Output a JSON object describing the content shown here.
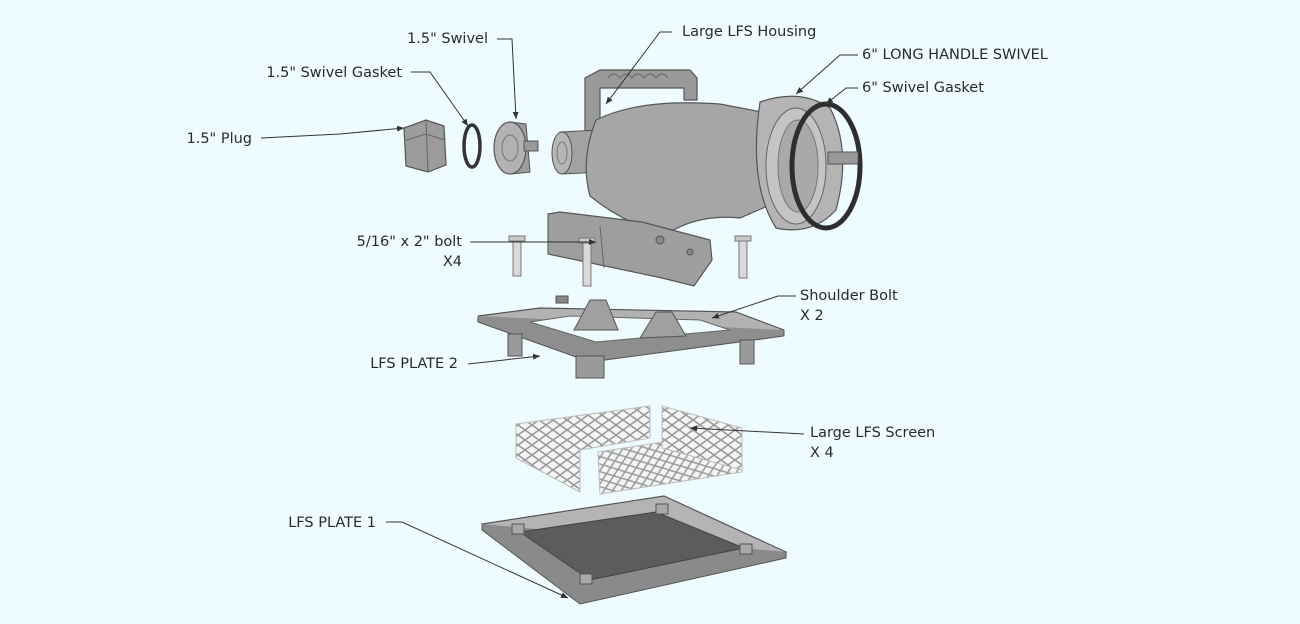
{
  "diagram": {
    "background": "#eefcff",
    "part_fill": "#a9a9a9",
    "part_stroke": "#555555",
    "labels": {
      "swivel_15": "1.5\" Swivel",
      "swivel_gasket_15": "1.5\" Swivel Gasket",
      "plug_15": "1.5\" Plug",
      "large_lfs_housing": "Large LFS Housing",
      "long_handle_swivel_6": "6\" LONG HANDLE SWIVEL",
      "swivel_gasket_6": "6\" Swivel Gasket",
      "bolt_line1": "5/16\" x 2\" bolt",
      "bolt_line2": "X4",
      "shoulder_bolt_line1": "Shoulder Bolt",
      "shoulder_bolt_line2": "X 2",
      "lfs_plate_2": "LFS PLATE 2",
      "screen_line1": "Large LFS Screen",
      "screen_line2": "X 4",
      "lfs_plate_1": "LFS PLATE 1"
    }
  }
}
